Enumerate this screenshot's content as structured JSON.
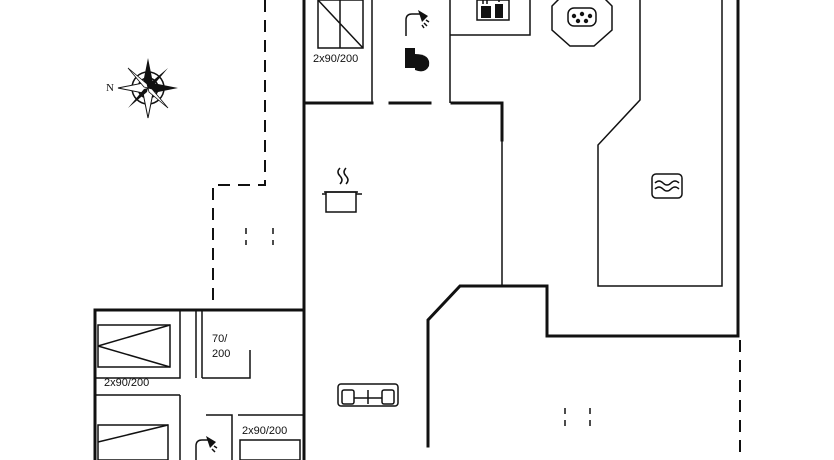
{
  "compass": {
    "north_label": "N"
  },
  "rooms": {
    "bedroom_top": {
      "bed_label": "2x90/200"
    },
    "bedroom_left": {
      "bed_label": "2x90/200"
    },
    "bedroom_small": {
      "bed_label_line1": "70/",
      "bed_label_line2": "200"
    },
    "bedroom_bottom": {
      "bed_label": "2x90/200"
    }
  },
  "icons": [
    "compass-rose-icon",
    "shower-icon",
    "toilet-icon",
    "sauna-icon",
    "hot-tub-icon",
    "pool-icon",
    "cooking-pot-icon",
    "sofa-icon"
  ]
}
